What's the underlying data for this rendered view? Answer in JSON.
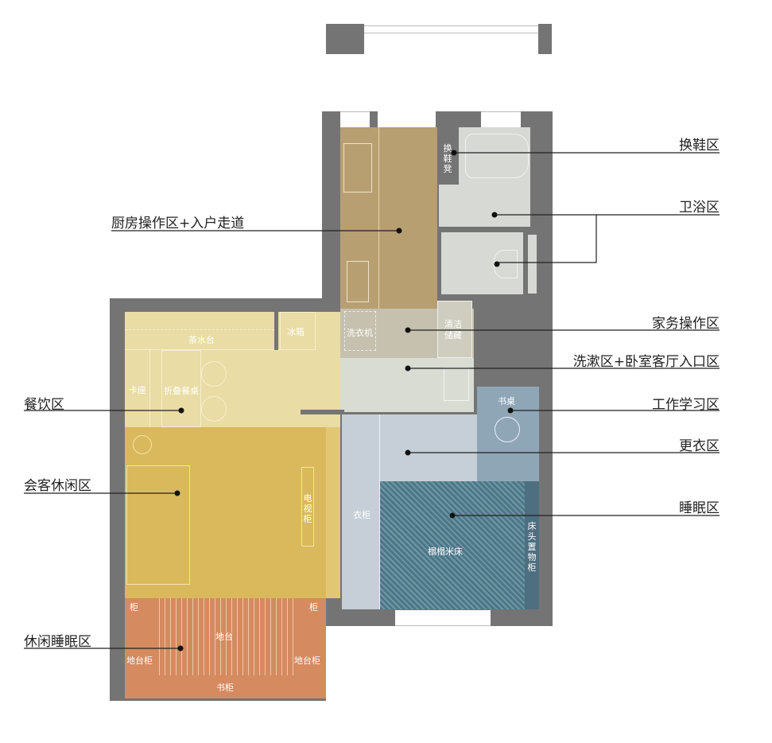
{
  "colors": {
    "wall": "#747474",
    "kitchen": "#b89f72",
    "bath": "#d6d9d4",
    "laundry": "#c5c1ae",
    "wash": "#d9dcd3",
    "dining": "#e9dca4",
    "living": "#dab95c",
    "bedroom": "#c6cfd7",
    "desk": "#8fa6b6",
    "bed": "#4b7787",
    "platform": "#d58a60"
  },
  "zones": [
    {
      "label": "换鞋区"
    },
    {
      "label": "卫浴区"
    },
    {
      "label": "厨房操作区+入户走道"
    },
    {
      "label": "家务操作区"
    },
    {
      "label": "洗漱区+卧室客厅入口区"
    },
    {
      "label": "餐饮区"
    },
    {
      "label": "工作学习区"
    },
    {
      "label": "更衣区"
    },
    {
      "label": "会客休闲区"
    },
    {
      "label": "睡眠区"
    },
    {
      "label": "休闲睡眠区"
    }
  ],
  "furniture": {
    "shoe_bench": "换鞋凳",
    "tea_counter": "茶水台",
    "fridge": "冰箱",
    "washer": "洗衣机",
    "cleaning_storage": "清洁储藏",
    "booth": "卡座",
    "folding_table": "折叠餐桌",
    "tv_cabinet": "电视柜",
    "wardrobe": "衣柜",
    "desk": "书桌",
    "tatami_bed": "榻榻米床",
    "bedside_cabinet": "床头置物柜",
    "cabinet_left": "柜",
    "cabinet_right": "柜",
    "platform": "地台",
    "platform_cabinet_left": "地台柜",
    "platform_cabinet_right": "地台柜",
    "bookcase": "书柜"
  }
}
